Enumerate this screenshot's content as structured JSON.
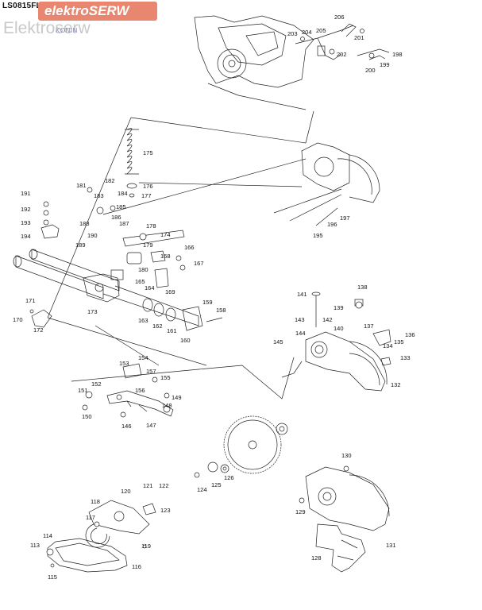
{
  "header": {
    "model_code": "LS0815FL",
    "watermark_brand": "elektroSERW",
    "watermark_ghost": "Elektroserw",
    "watermark_city": "KONIN"
  },
  "diagram": {
    "stroke_color": "#222222",
    "background": "#ffffff",
    "watermark_color": "#e9866f",
    "part_numbers": [
      "113",
      "114",
      "115",
      "116",
      "117",
      "118",
      "119",
      "120",
      "121",
      "122",
      "123",
      "124",
      "125",
      "126",
      "128",
      "129",
      "130",
      "131",
      "132",
      "133",
      "134",
      "135",
      "136",
      "137",
      "138",
      "139",
      "140",
      "141",
      "142",
      "143",
      "144",
      "145",
      "146",
      "147",
      "148",
      "149",
      "150",
      "151",
      "152",
      "153",
      "154",
      "155",
      "156",
      "157",
      "158",
      "159",
      "160",
      "161",
      "162",
      "163",
      "164",
      "165",
      "166",
      "167",
      "168",
      "169",
      "170",
      "171",
      "172",
      "173",
      "174",
      "175",
      "176",
      "177",
      "178",
      "179",
      "180",
      "181",
      "182",
      "183",
      "184",
      "185",
      "186",
      "187",
      "188",
      "189",
      "190",
      "191",
      "192",
      "193",
      "194",
      "195",
      "196",
      "197",
      "198",
      "199",
      "200",
      "201",
      "202",
      "203",
      "204",
      "205",
      "206"
    ]
  }
}
